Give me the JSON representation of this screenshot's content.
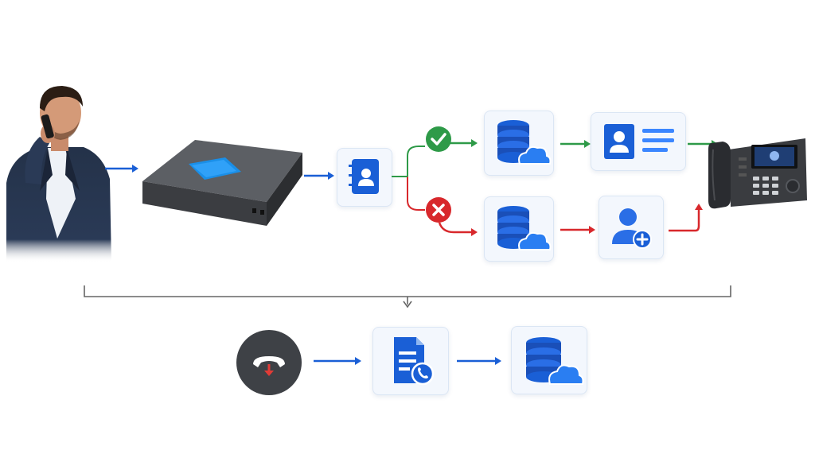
{
  "diagram": {
    "nodes": [
      {
        "id": "caller",
        "icon": "caller-person-icon"
      },
      {
        "id": "pbx",
        "icon": "ip-pbx-device-icon"
      },
      {
        "id": "contact-lookup",
        "icon": "address-book-icon"
      },
      {
        "id": "match-found",
        "icon": "checkmark-icon"
      },
      {
        "id": "no-match",
        "icon": "x-mark-icon"
      },
      {
        "id": "crm-database-top",
        "icon": "cloud-database-icon"
      },
      {
        "id": "contact-card",
        "icon": "contact-card-icon"
      },
      {
        "id": "crm-database-bottom",
        "icon": "cloud-database-icon"
      },
      {
        "id": "add-contact",
        "icon": "add-user-icon"
      },
      {
        "id": "desk-phone",
        "icon": "ip-desk-phone-icon"
      },
      {
        "id": "call-end",
        "icon": "hang-up-icon"
      },
      {
        "id": "call-log",
        "icon": "call-log-document-icon"
      },
      {
        "id": "crm-database-log",
        "icon": "cloud-database-icon"
      }
    ],
    "colors": {
      "blue": "#1a5fd6",
      "green": "#2e9a48",
      "red": "#d8282c",
      "connector": "#666666"
    }
  }
}
